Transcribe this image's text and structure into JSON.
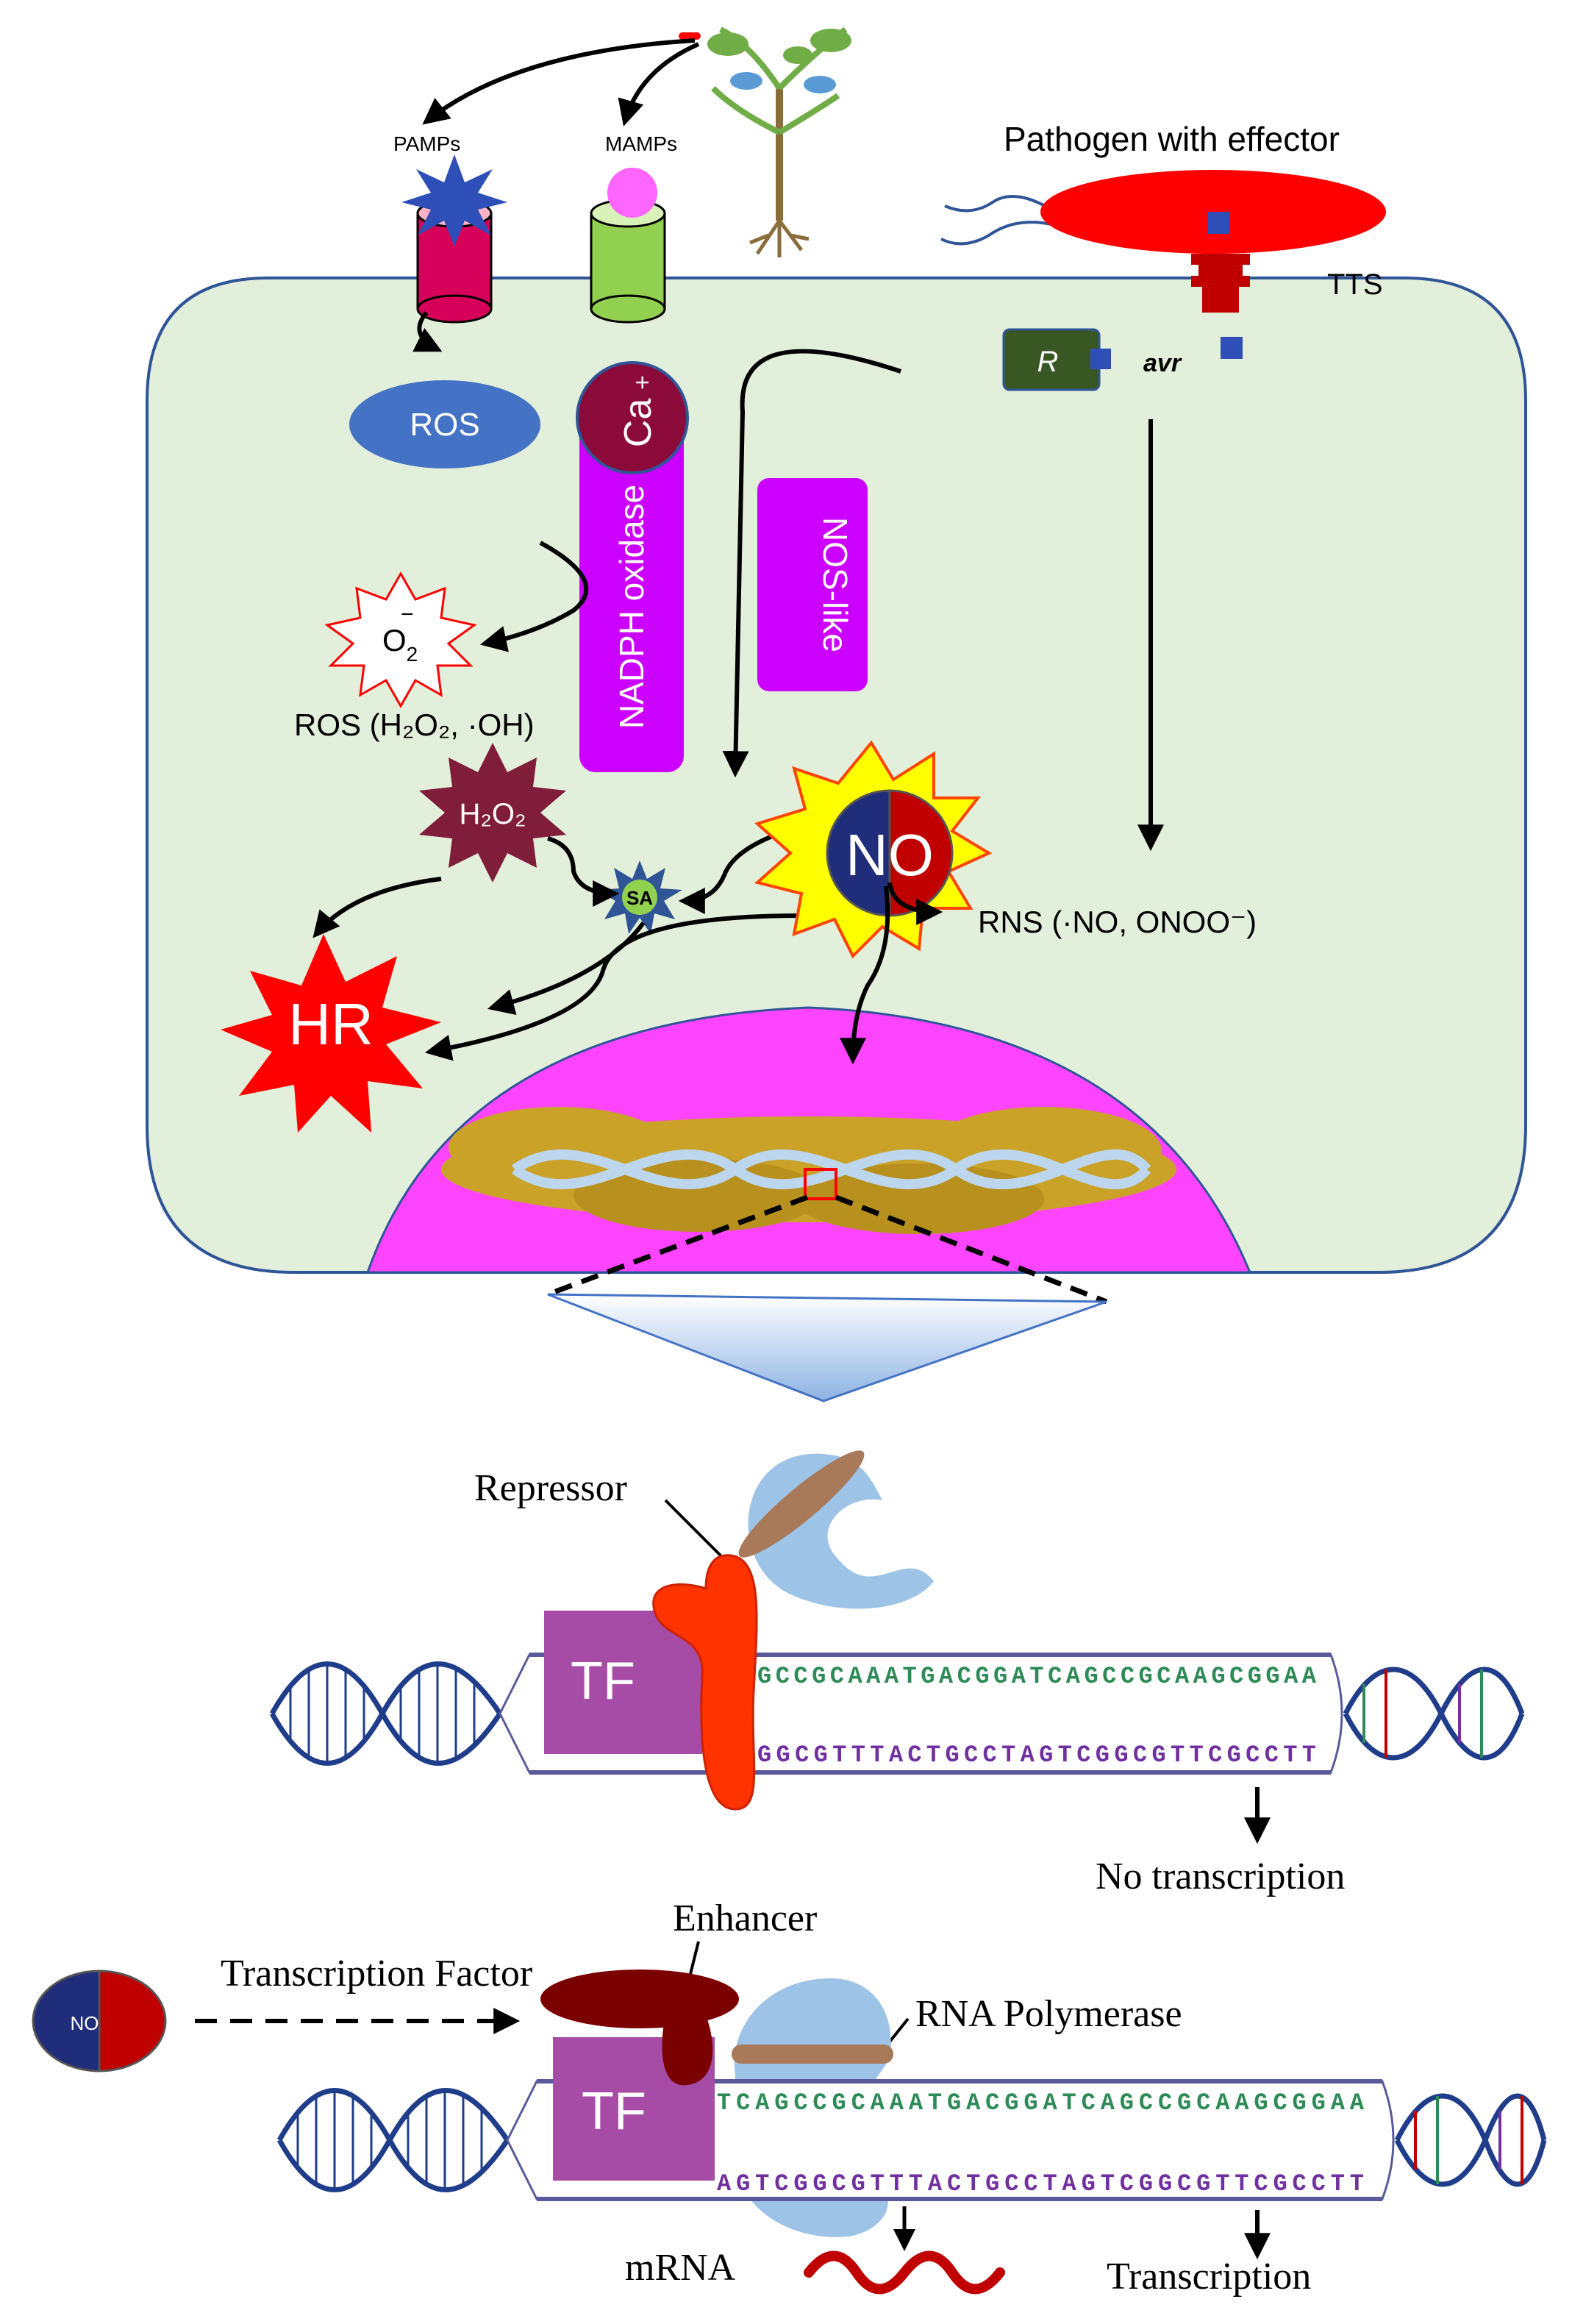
{
  "labels": {
    "pamps": "PAMPs",
    "mamps": "MAMPs",
    "pathogen": "Pathogen with effector",
    "tts": "TTS",
    "r_protein": "R",
    "avr": "avr",
    "ros": "ROS",
    "calcium": "Ca",
    "calcium_charge": "+",
    "nadph_oxidase": "NADPH oxidase",
    "nos_like": "NOS-like",
    "superoxide": "O",
    "superoxide_sub": "2",
    "superoxide_charge": "−",
    "ros_species": "ROS (H₂O₂, ·OH)",
    "h2o2": "H₂O₂",
    "sa": "SA",
    "hr": "HR",
    "no": "NO",
    "rns": "RNS (·NO, ONOO⁻)",
    "repressor": "Repressor",
    "tf_top": "TF",
    "no_transcription": "No transcription",
    "enhancer": "Enhancer",
    "transcription_factor": "Transcription Factor",
    "rna_polymerase": "RNA Polymerase",
    "no_small": "NO",
    "tf_bottom": "TF",
    "mrna": "mRNA",
    "transcription": "Transcription"
  },
  "sequences": {
    "top_upper": "GCCGCAAATGACGGATCAGCCGCAAGCGGAA",
    "top_lower": "GGCGTTTACTGCCTAGTCGGCGTTCGCCTT",
    "bottom_upper": "TCAGCCGCAAATGACGGATCAGCCGCAAGCGGAA",
    "bottom_lower": "AGTCGGCGTTTACTGCCTAGTCGGCGTTCGCCTT"
  },
  "colors": {
    "cell_fill": "#e2efda",
    "cell_stroke": "#2f5597",
    "ros_ellipse": "#4472c4",
    "nadph_purple": "#cc00ff",
    "calcium_dark_red": "#8b0a3a",
    "pathogen_red": "#ff0000",
    "nucleus_magenta": "#ff44ff",
    "chromatin_gold": "#c9a227",
    "no_blue": "#1f2d7a",
    "no_red": "#c00000",
    "tf_purple": "#a64ca6",
    "repressor_orange": "#ff3300",
    "polymerase_blue": "#9dc3e6",
    "enhancer_maroon": "#7b0000"
  }
}
